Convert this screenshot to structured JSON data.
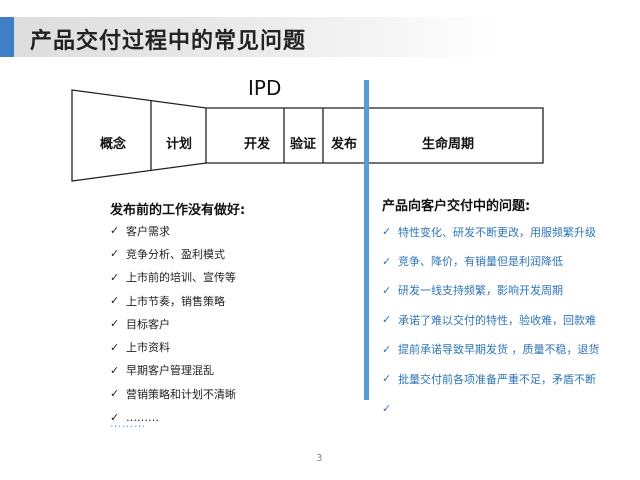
{
  "title": "产品交付过程中的常见问题",
  "ipd_label": "IPD",
  "stages": [
    "概念",
    "计划",
    "开发",
    "验证",
    "发布",
    "生命周期"
  ],
  "left_section": {
    "heading": "发布前的工作没有做好:",
    "items": [
      "客户需求",
      "竞争分析、盈利模式",
      "上市前的培训、宣传等",
      "上市节奏，销售策略",
      "目标客户",
      "上市资料",
      "早期客户管理混乱",
      "营销策略和计划不清晰",
      "………"
    ],
    "trailing_dots": "………"
  },
  "right_section": {
    "heading": "产品向客户交付中的问题:",
    "items": [
      "特性变化、研发不断更改，用服频繁升级",
      "竞争、降价，有销量但是利润降低",
      "研发一线支持频繁，影响开发周期",
      "承诺了难以交付的特性，验收难，回款难",
      "提前承诺导致早期发货 ，质量不稳，退货",
      "批量交付前各项准备严重不足，矛盾不断",
      ""
    ]
  },
  "page_number": "3",
  "colors": {
    "accent": "#3f7fc6",
    "divider": "#5b9bd5",
    "right_text": "#2e75b6"
  }
}
